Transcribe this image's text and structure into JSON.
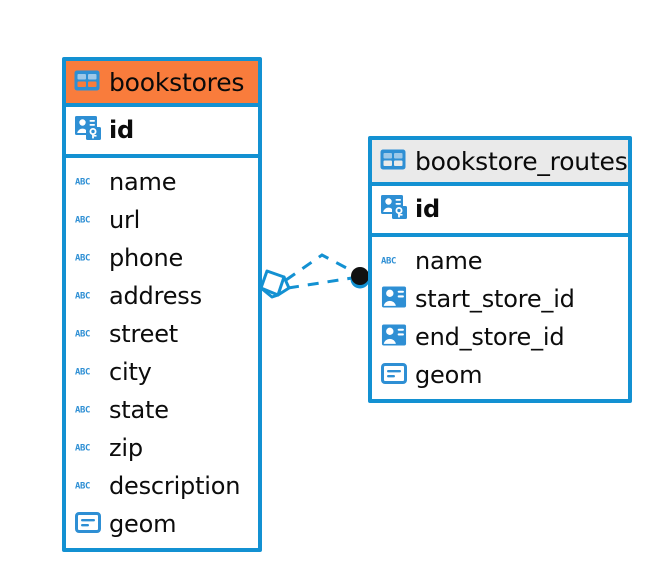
{
  "diagram": {
    "type": "entity-relationship-diagram",
    "background": "#ffffff",
    "accent_color": "#1391D2",
    "highlight_color": "#F97C3C",
    "header_grey": "#EAEAEA",
    "text_color": "#0c0c0c"
  },
  "entities": [
    {
      "name": "bookstores",
      "header_style": "orange",
      "table_icon": "table-icon",
      "primary_keys": [
        {
          "name": "id",
          "icon": "primary-key-icon",
          "type_hint": "key"
        }
      ],
      "fields": [
        {
          "name": "name",
          "icon": "abc-icon",
          "type_hint": "text"
        },
        {
          "name": "url",
          "icon": "abc-icon",
          "type_hint": "text"
        },
        {
          "name": "phone",
          "icon": "abc-icon",
          "type_hint": "text"
        },
        {
          "name": "address",
          "icon": "abc-icon",
          "type_hint": "text"
        },
        {
          "name": "street",
          "icon": "abc-icon",
          "type_hint": "text"
        },
        {
          "name": "city",
          "icon": "abc-icon",
          "type_hint": "text"
        },
        {
          "name": "state",
          "icon": "abc-icon",
          "type_hint": "text"
        },
        {
          "name": "zip",
          "icon": "abc-icon",
          "type_hint": "text"
        },
        {
          "name": "description",
          "icon": "abc-icon",
          "type_hint": "text"
        },
        {
          "name": "geom",
          "icon": "geom-icon",
          "type_hint": "geometry"
        }
      ]
    },
    {
      "name": "bookstore_routes",
      "header_style": "grey",
      "table_icon": "table-icon",
      "primary_keys": [
        {
          "name": "id",
          "icon": "primary-key-icon",
          "type_hint": "key"
        }
      ],
      "fields": [
        {
          "name": "name",
          "icon": "abc-icon",
          "type_hint": "text"
        },
        {
          "name": "start_store_id",
          "icon": "foreign-key-icon",
          "type_hint": "reference"
        },
        {
          "name": "end_store_id",
          "icon": "foreign-key-icon",
          "type_hint": "reference"
        },
        {
          "name": "geom",
          "icon": "geom-icon",
          "type_hint": "geometry"
        }
      ]
    }
  ],
  "relationship": {
    "from_entity": "bookstores",
    "to_entity": "bookstore_routes",
    "line_style": "dashed",
    "color": "#1391D2",
    "source_marker": "diamond-crowsfoot-marker",
    "target_marker": "filled-circle-marker",
    "branches": 2
  }
}
